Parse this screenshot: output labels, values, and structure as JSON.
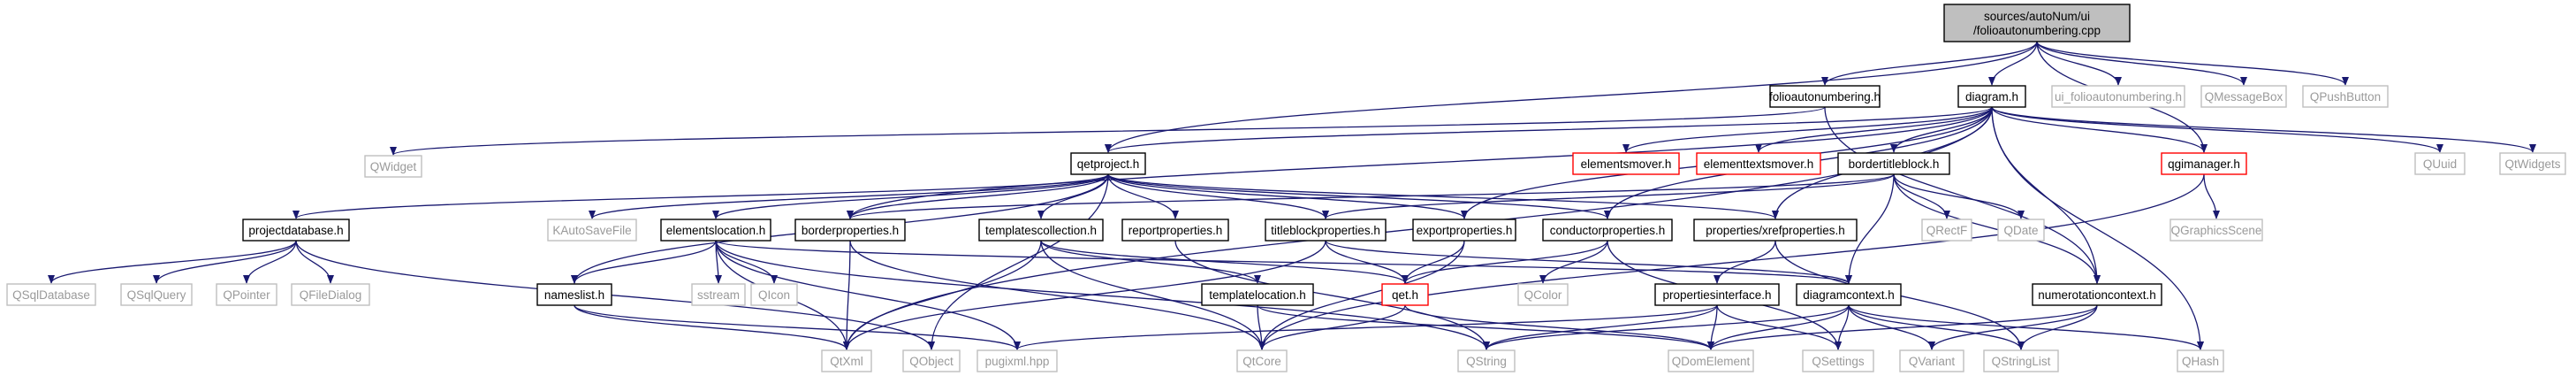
{
  "diagram": {
    "kind": "include-dependency-graph",
    "colors": {
      "edge": "#191970",
      "root_fill": "#bfbfbf",
      "node_border": "#000000",
      "undocumented_border": "#ff0000",
      "external_border": "#bfbfbf",
      "external_text": "#9a9a9a"
    },
    "nodes": {
      "root": [
        "sources/autoNum/ui",
        "/folioautonumbering.cpp"
      ],
      "folioautonumbering_h": "folioautonumbering.h",
      "diagram_h": "diagram.h",
      "ui_folioautonumbering_h": "ui_folioautonumbering.h",
      "qmessagebox": "QMessageBox",
      "qpushbutton": "QPushButton",
      "qwidget": "QWidget",
      "qetproject_h": "qetproject.h",
      "elementsmover_h": "elementsmover.h",
      "elementtextsmover_h": "elementtextsmover.h",
      "borderti­tleblock_h": "borderti­tleblock.h",
      "qgimanager_h": "qgimanager.h",
      "quuid": "QUuid",
      "qtwidgets": "QtWidgets",
      "projectdatabase_h": "projectdatabase.h",
      "kautosavefile": "KAutoSaveFile",
      "elementslocation_h": "elementslocation.h",
      "borderproperties_h": "borderproperties.h",
      "templatescollection_h": "templatescollection.h",
      "reportproperties_h": "reportproperties.h",
      "titleblockproperties_h": "titleblockproperties.h",
      "exportproperties_h": "exportproperties.h",
      "conductorproperties_h": "conductorproperties.h",
      "xrefproperties_h": "properties/xrefproperties.h",
      "qrectf": "QRectF",
      "qdate": "QDate",
      "qgraphicsscene": "QGraphicsScene",
      "qsqldatabase": "QSqlDatabase",
      "qsqlquery": "QSqlQuery",
      "qpointer": "QPointer",
      "qfiledialog": "QFileDialog",
      "nameslist_h": "nameslist.h",
      "sstream": "sstream",
      "qicon": "QIcon",
      "templatelocation_h": "templatelocation.h",
      "qet_h": "qet.h",
      "qcolor": "QColor",
      "propertiesinterface_h": "propertiesinterface.h",
      "diagramcontext_h": "diagramcontext.h",
      "numerotationcontext_h": "numerotationcontext.h",
      "qtxml": "QtXml",
      "qobject": "QObject",
      "pugixml_hpp": "pugixml.hpp",
      "qtcore": "QtCore",
      "qstring": "QString",
      "qdomelement": "QDomElement",
      "qsettings": "QSettings",
      "qvariant": "QVariant",
      "qstringlist": "QStringList",
      "qhash": "QHash"
    }
  }
}
